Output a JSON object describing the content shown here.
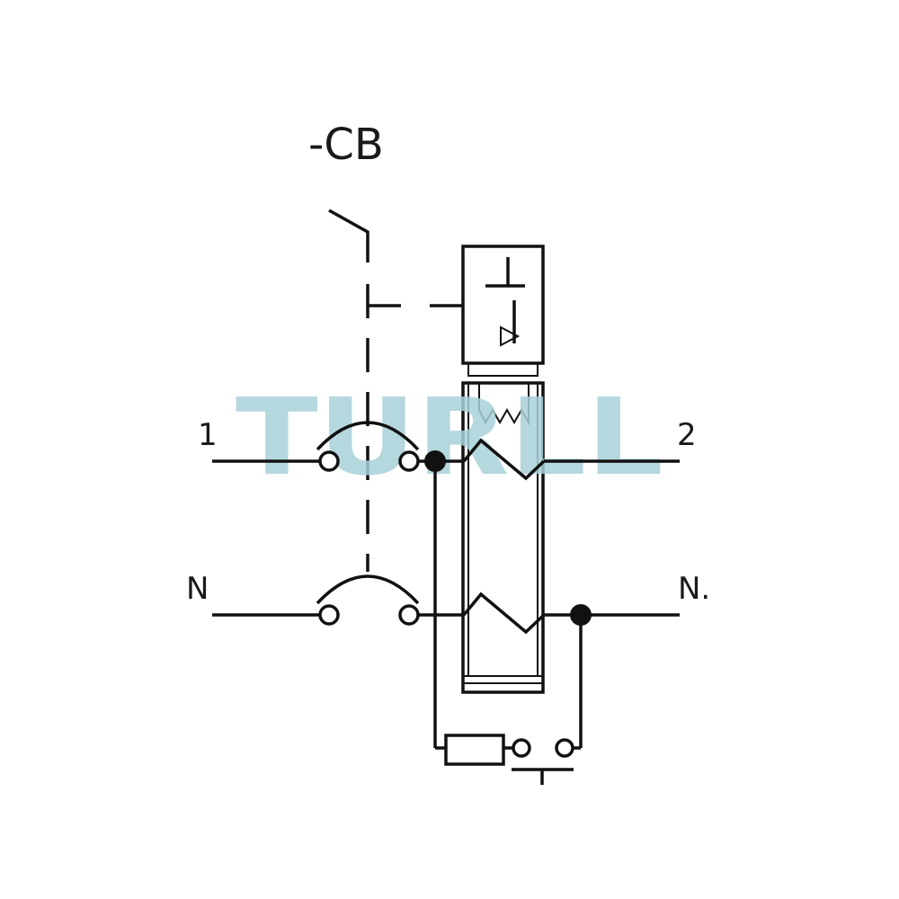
{
  "labels": {
    "device": "-CB",
    "line_in": "1",
    "line_out": "2",
    "neutral_in": "N",
    "neutral_out": "N."
  },
  "watermark": {
    "text": "TURLL",
    "color": "#a8d0d8"
  },
  "colors": {
    "line": "#111111",
    "background": "#ffffff"
  }
}
